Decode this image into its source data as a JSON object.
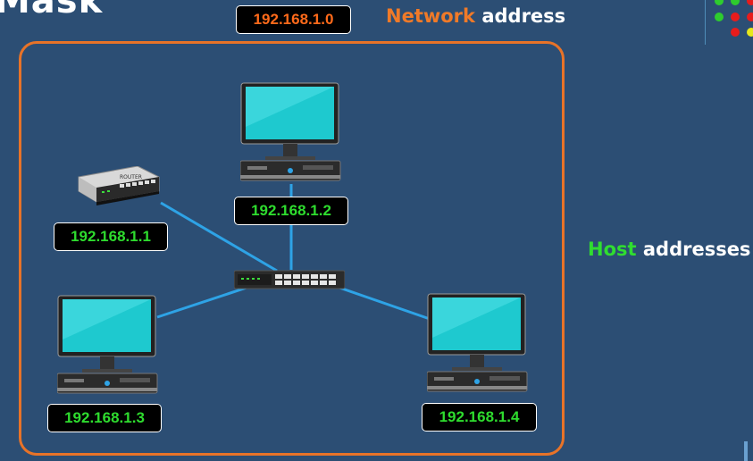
{
  "slide": {
    "partial_title": "Mask",
    "network_ip": "192.168.1.0",
    "network_label": {
      "word1": "Network",
      "word2": "address"
    },
    "host_label": {
      "word1": "Host",
      "word2": "addresses"
    }
  },
  "devices": {
    "router": {
      "ip": "192.168.1.1",
      "label": "ROUTER"
    },
    "pc_top": {
      "ip": "192.168.1.2"
    },
    "pc_left": {
      "ip": "192.168.1.3"
    },
    "pc_right": {
      "ip": "192.168.1.4"
    }
  },
  "colors": {
    "background": "#2c4e74",
    "frame": "#e87328",
    "link": "#2ea3e6",
    "ip_text": "#2edc2e",
    "network_ip_text": "#ff6a1a",
    "dots": [
      "#2ecc2e",
      "#2ecc2e",
      "#e81c1c",
      "#2ecc2e",
      "#e81c1c",
      "#e81c1c",
      "#e81c1c",
      "#e8e81c"
    ]
  },
  "icons": [
    "router-icon",
    "switch-icon",
    "computer-icon",
    "status-dots"
  ]
}
